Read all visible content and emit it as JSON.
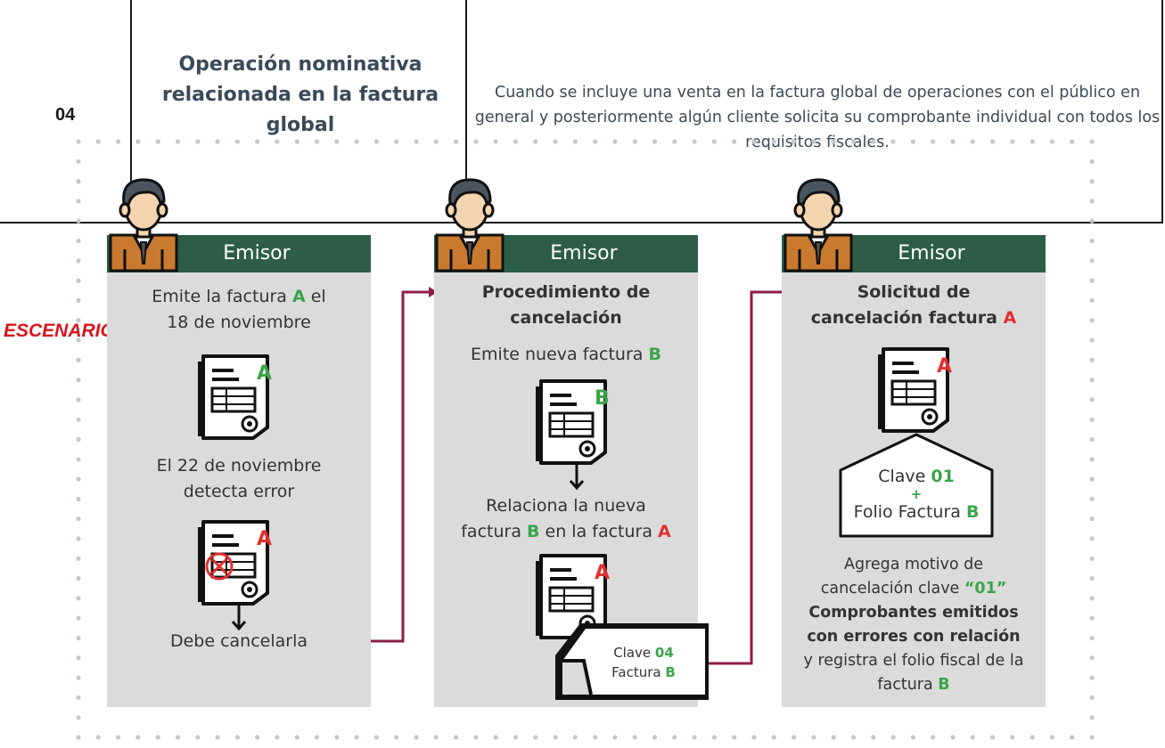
{
  "table": {
    "row_number": "04",
    "operation_title": "Operación nominativa relacionada en la factura global",
    "description": "Cuando se incluye una venta en la factura global de operaciones con el público en general y posteriormente algún cliente solicita su comprobante individual con todos los requisitos fiscales."
  },
  "escenario_label": "ESCENARIO",
  "colors": {
    "header_green": "#2d5d46",
    "panel_gray": "#dbdbdb",
    "accent_green": "#3aa54a",
    "accent_red": "#e03030",
    "connector": "#8b1d4a"
  },
  "panels": [
    {
      "header": "Emisor",
      "line1_pre": "Emite la factura ",
      "line1_letter": "A",
      "line1_post": " el",
      "line2": "18 de noviembre",
      "doc1_letter": "A",
      "line3": "El 22 de noviembre",
      "line4": "detecta error",
      "doc2_letter": "A",
      "line5": "Debe cancelarla"
    },
    {
      "header": "Emisor",
      "title1": "Procedimiento de",
      "title2": "cancelación",
      "line1_pre": "Emite nueva factura ",
      "line1_letter": "B",
      "doc1_letter": "B",
      "line2": "Relaciona la nueva",
      "line3_pre": "factura ",
      "line3_letter1": "B",
      "line3_mid": " en la factura ",
      "line3_letter2": "A",
      "doc2_letter": "A",
      "tag_line1_pre": "Clave ",
      "tag_line1_code": "04",
      "tag_line2_pre": "Factura ",
      "tag_line2_letter": "B"
    },
    {
      "header": "Emisor",
      "title1": "Solicitud de",
      "title2_pre": "cancelación factura ",
      "title2_letter": "A",
      "doc1_letter": "A",
      "pent_line1_pre": "Clave ",
      "pent_line1_code": "01",
      "pent_plus": "+",
      "pent_line2_pre": "Folio Factura ",
      "pent_line2_letter": "B",
      "line1": "Agrega motivo de",
      "line2_pre": "cancelación clave ",
      "line2_code": "“01”",
      "bold1": "Comprobantes emitidos",
      "bold2": "con errores con relación",
      "line3": "y registra el folio fiscal de la",
      "line4_pre": "factura ",
      "line4_letter": "B"
    }
  ]
}
